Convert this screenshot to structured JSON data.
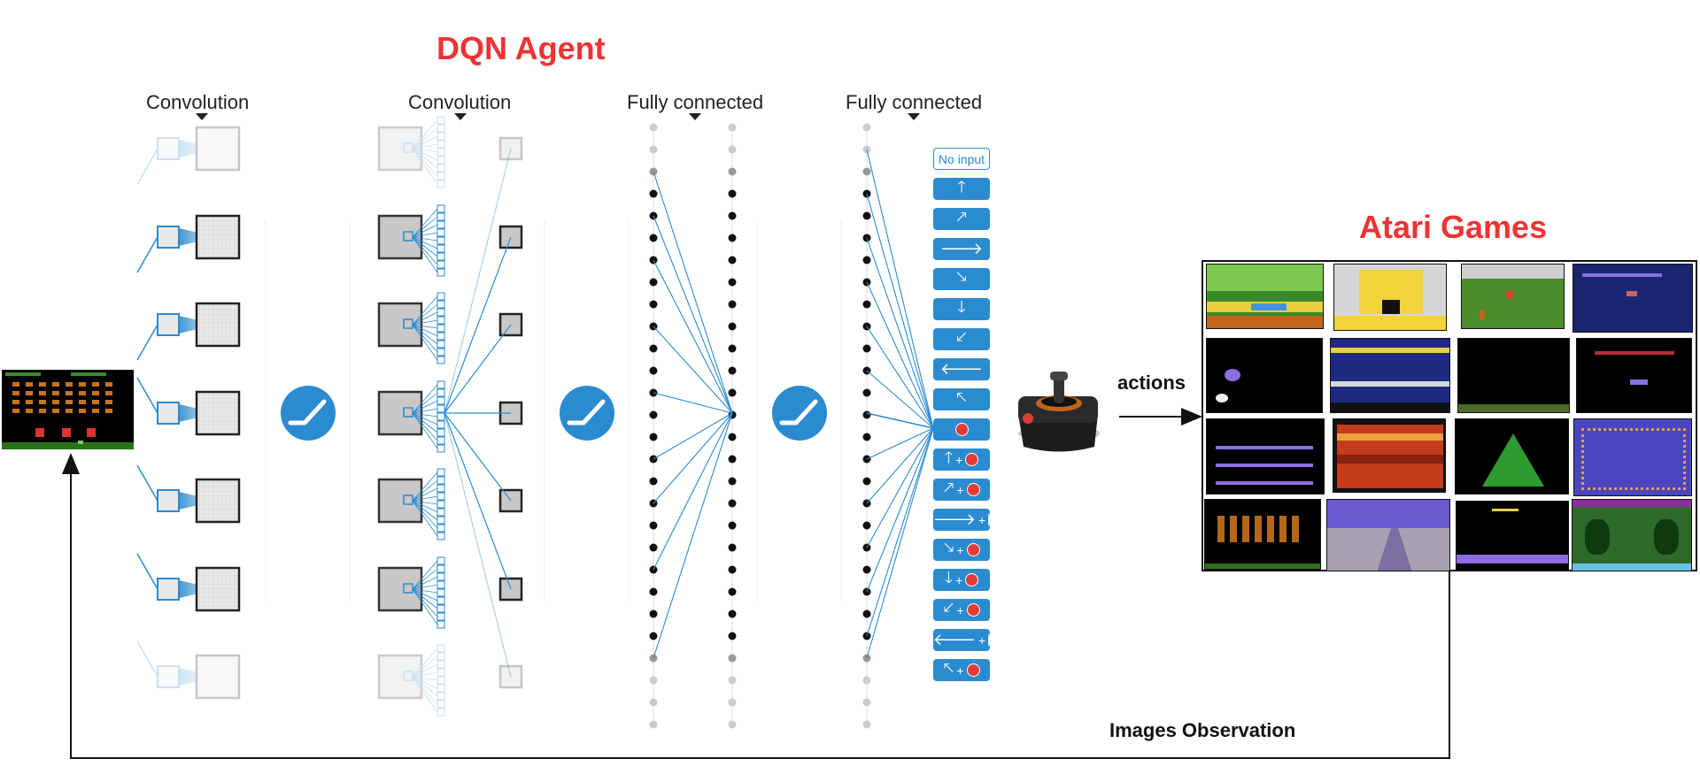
{
  "title": "DQN Agent",
  "layers": [
    {
      "label": "Convolution"
    },
    {
      "label": "Convolution"
    },
    {
      "label": "Fully connected"
    },
    {
      "label": "Fully connected"
    }
  ],
  "actions": {
    "no_input_label": "No input",
    "list": [
      {
        "name": "up",
        "glyph": "🡑",
        "fire": false
      },
      {
        "name": "up-right",
        "glyph": "🡕",
        "fire": false
      },
      {
        "name": "right",
        "glyph": "🡒",
        "fire": false
      },
      {
        "name": "down-right",
        "glyph": "🡖",
        "fire": false
      },
      {
        "name": "down",
        "glyph": "🡓",
        "fire": false
      },
      {
        "name": "down-left",
        "glyph": "🡗",
        "fire": false
      },
      {
        "name": "left",
        "glyph": "🡐",
        "fire": false
      },
      {
        "name": "up-left",
        "glyph": "🡔",
        "fire": false
      },
      {
        "name": "fire",
        "glyph": "",
        "fire": true
      },
      {
        "name": "up-fire",
        "glyph": "🡑",
        "fire": true
      },
      {
        "name": "up-right-fire",
        "glyph": "🡕",
        "fire": true
      },
      {
        "name": "right-fire",
        "glyph": "🡒",
        "fire": true
      },
      {
        "name": "down-right-fire",
        "glyph": "🡖",
        "fire": true
      },
      {
        "name": "down-fire",
        "glyph": "🡓",
        "fire": true
      },
      {
        "name": "down-left-fire",
        "glyph": "🡗",
        "fire": true
      },
      {
        "name": "left-fire",
        "glyph": "🡐",
        "fire": true
      },
      {
        "name": "up-left-fire",
        "glyph": "🡔",
        "fire": true
      }
    ]
  },
  "environment": {
    "title": "Atari Games",
    "actions_label": "actions",
    "observation_label": "Images Observation"
  },
  "colors": {
    "accent_blue": "#2b8bd0",
    "title_red": "#ee3333",
    "fire_red": "#e23b35"
  }
}
